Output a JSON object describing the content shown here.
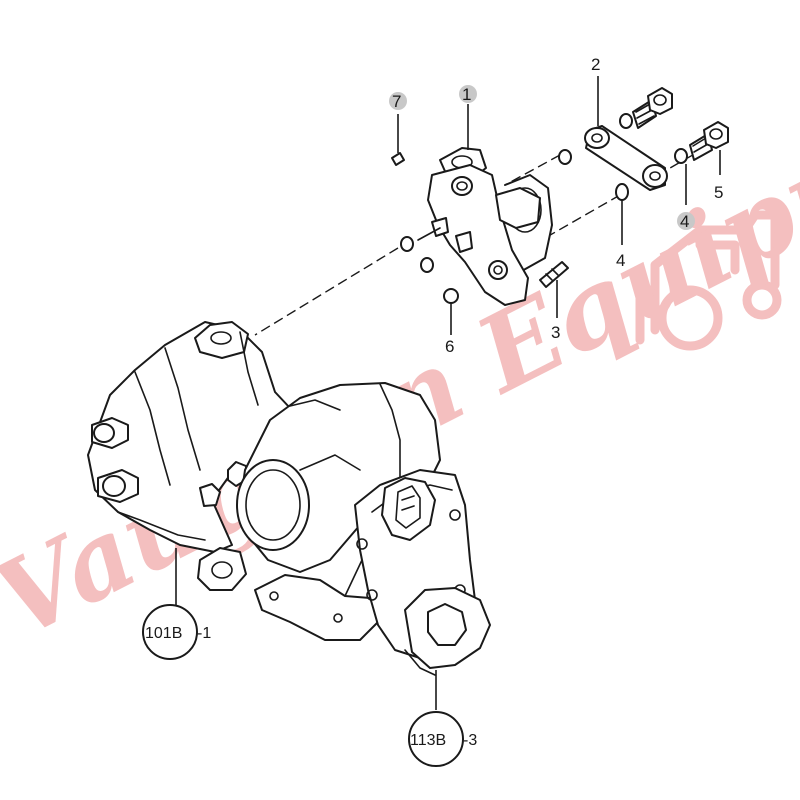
{
  "watermark": {
    "text": "Vaughan Equipment",
    "color": "#f3b9b9"
  },
  "part_labels": {
    "p1": "1",
    "p2": "2",
    "p3": "3",
    "p4a": "4",
    "p4b": "4",
    "p5": "5",
    "p6": "6",
    "p7": "7"
  },
  "callouts": {
    "ref1_circle": "101B",
    "ref1_suffix": "-1",
    "ref2_circle": "113B",
    "ref2_suffix": "-3"
  },
  "colors": {
    "line": "#1a1a1a",
    "highlight_label": "#1c9a1c",
    "label_shadow": "#c8c8c8"
  }
}
